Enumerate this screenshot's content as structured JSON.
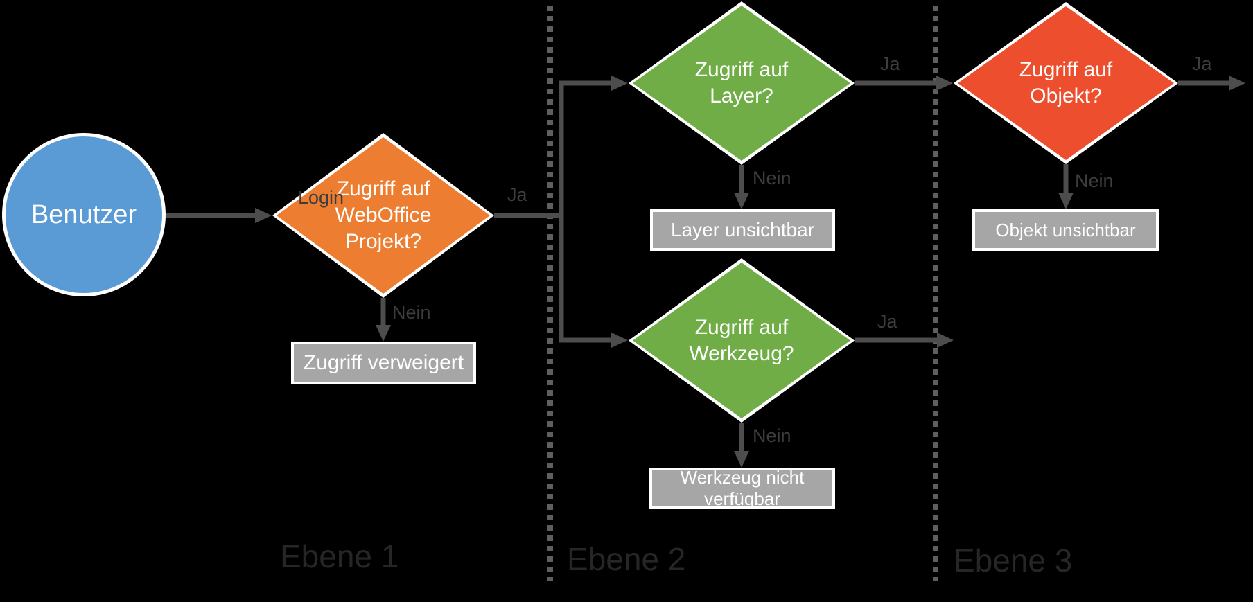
{
  "nodes": {
    "start": {
      "label": "Benutzer",
      "color": "#5B9BD5"
    },
    "project_decision": {
      "label": "Zugriff auf WebOffice Projekt?",
      "color": "#ED7D31"
    },
    "layer_decision": {
      "label": "Zugriff auf Layer?",
      "color": "#70AD47"
    },
    "tool_decision": {
      "label": "Zugriff auf Werkzeug?",
      "color": "#70AD47"
    },
    "object_decision": {
      "label": "Zugriff auf Objekt?",
      "color": "#ED4E2E"
    },
    "access_denied": {
      "label": "Zugriff verweigert",
      "color": "#A6A6A6"
    },
    "layer_hidden": {
      "label": "Layer unsichtbar",
      "color": "#A6A6A6"
    },
    "tool_unavailable": {
      "label": "Werkzeug nicht verfügbar",
      "color": "#A6A6A6"
    },
    "object_hidden": {
      "label": "Objekt unsichtbar",
      "color": "#A6A6A6"
    }
  },
  "edges": {
    "login": {
      "label": "Login"
    },
    "project_yes": {
      "label": "Ja"
    },
    "project_no": {
      "label": "Nein"
    },
    "layer_yes": {
      "label": "Ja"
    },
    "layer_no": {
      "label": "Nein"
    },
    "tool_yes": {
      "label": "Ja"
    },
    "tool_no": {
      "label": "Nein"
    },
    "object_yes": {
      "label": "Ja"
    },
    "object_no": {
      "label": "Nein"
    }
  },
  "lanes": [
    {
      "label": "Ebene 1"
    },
    {
      "label": "Ebene 2"
    },
    {
      "label": "Ebene 3"
    }
  ],
  "colors": {
    "background": "#000000",
    "node_text": "#FFFFFF",
    "connector": "#4D4D4D",
    "edge_label": "#3D3D3D",
    "lane_label": "#262626",
    "lane_divider": "#5F5F5F",
    "start_fill": "#5B9BD5",
    "decision_orange": "#ED7D31",
    "decision_green": "#70AD47",
    "decision_red": "#ED4E2E",
    "result_fill": "#A6A6A6"
  }
}
